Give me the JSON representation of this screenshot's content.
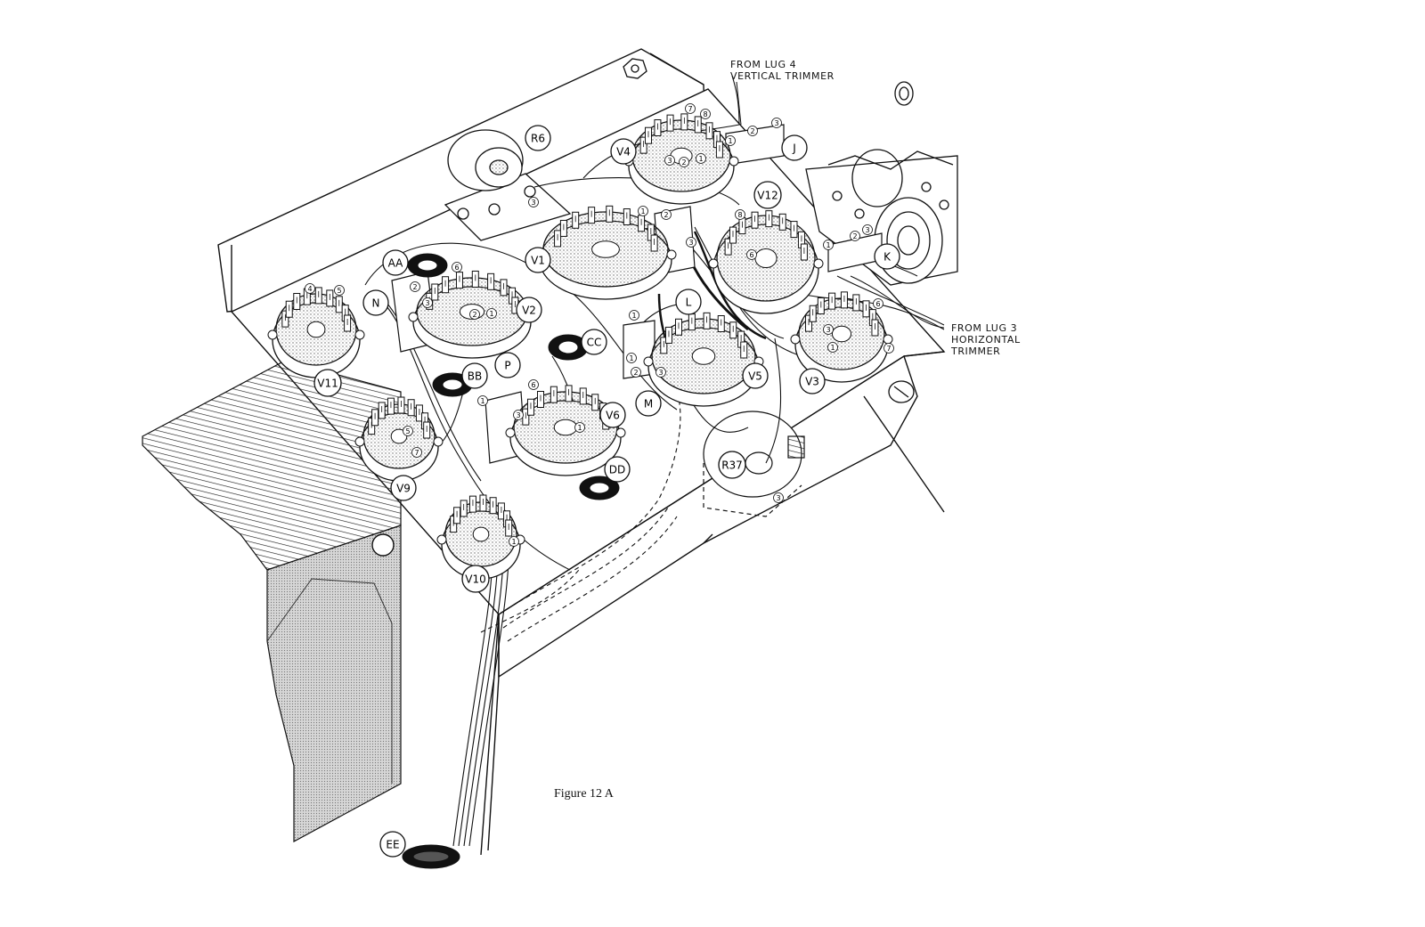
{
  "figure": {
    "caption": "Figure 12 A"
  },
  "notes": {
    "top": [
      "FROM LUG 4",
      "VERTICAL TRIMMER"
    ],
    "right": [
      "FROM LUG 3",
      "HORIZONTAL",
      "TRIMMER"
    ]
  },
  "tube_sockets": [
    "V1",
    "V2",
    "V3",
    "V4",
    "V5",
    "V6",
    "V9",
    "V10",
    "V11",
    "V12"
  ],
  "callouts": {
    "terminals": [
      "J",
      "K",
      "L",
      "M",
      "N",
      "P"
    ],
    "grommets": [
      "AA",
      "BB",
      "CC",
      "DD",
      "EE"
    ],
    "components": [
      "R6",
      "R37"
    ]
  },
  "pin_numbers": [
    "1",
    "2",
    "3",
    "4",
    "5",
    "6",
    "7",
    "8"
  ],
  "colors": {
    "ink": "#111111",
    "stipple": "#9a9a9a",
    "paper": "#ffffff"
  }
}
